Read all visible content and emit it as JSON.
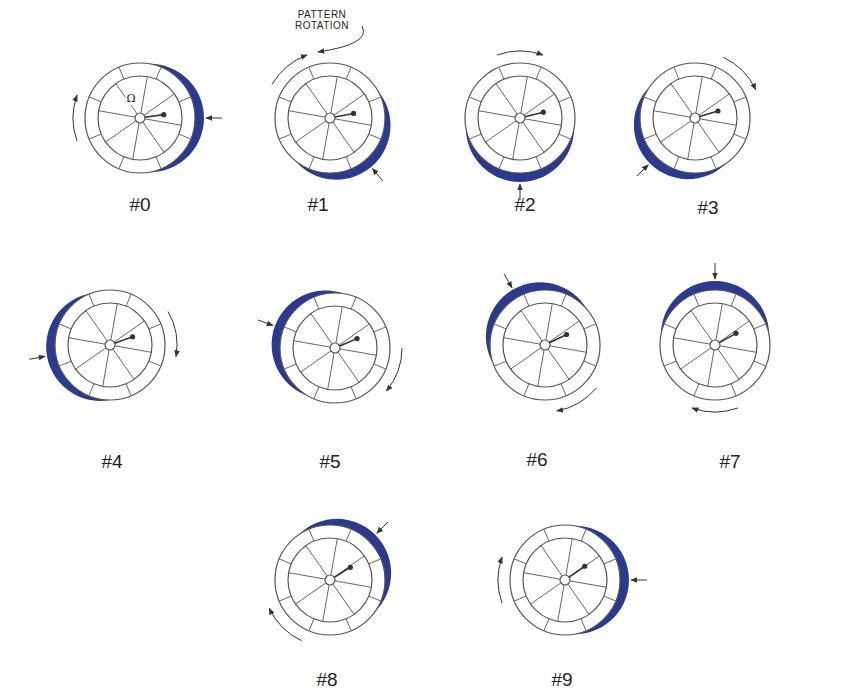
{
  "diagram": {
    "labels": [
      "PATTERN ROTATION",
      "#0",
      "#1",
      "#2",
      "#3",
      "#4",
      "#5",
      "#6",
      "#7",
      "#8",
      "#9",
      "Ω"
    ]
  }
}
